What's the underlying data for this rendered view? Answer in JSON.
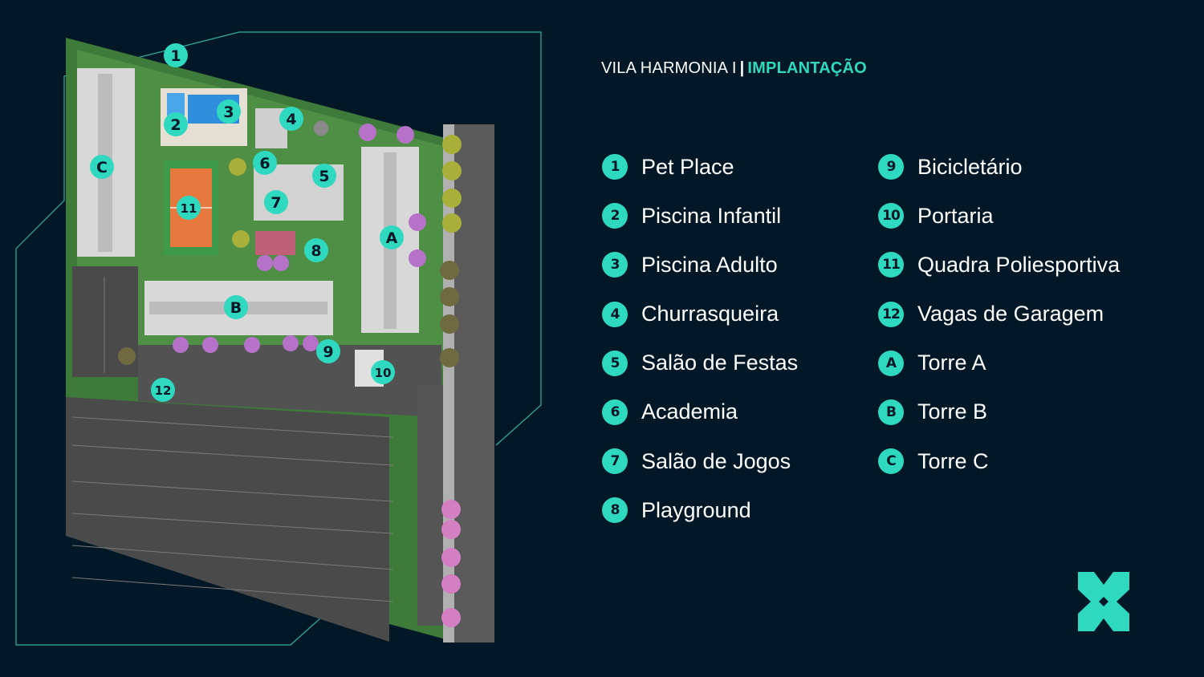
{
  "header": {
    "project": "VILA HARMONIA I",
    "separator": "|",
    "section": "IMPLANTAÇÃO"
  },
  "legend": [
    {
      "key": "1",
      "label": "Pet Place"
    },
    {
      "key": "2",
      "label": "Piscina Infantil"
    },
    {
      "key": "3",
      "label": "Piscina Adulto"
    },
    {
      "key": "4",
      "label": "Churrasqueira"
    },
    {
      "key": "5",
      "label": "Salão de Festas"
    },
    {
      "key": "6",
      "label": "Academia"
    },
    {
      "key": "7",
      "label": "Salão de Jogos"
    },
    {
      "key": "8",
      "label": "Playground"
    },
    {
      "key": "9",
      "label": "Bicicletário"
    },
    {
      "key": "10",
      "label": "Portaria"
    },
    {
      "key": "11",
      "label": "Quadra Poliesportiva"
    },
    {
      "key": "12",
      "label": "Vagas de Garagem"
    },
    {
      "key": "A",
      "label": "Torre A"
    },
    {
      "key": "B",
      "label": "Torre B"
    },
    {
      "key": "C",
      "label": "Torre C"
    }
  ],
  "colors": {
    "background": "#031827",
    "accent": "#2fd9c0",
    "text": "#ffffff"
  },
  "icons": {
    "brand": "x-logo-icon"
  }
}
